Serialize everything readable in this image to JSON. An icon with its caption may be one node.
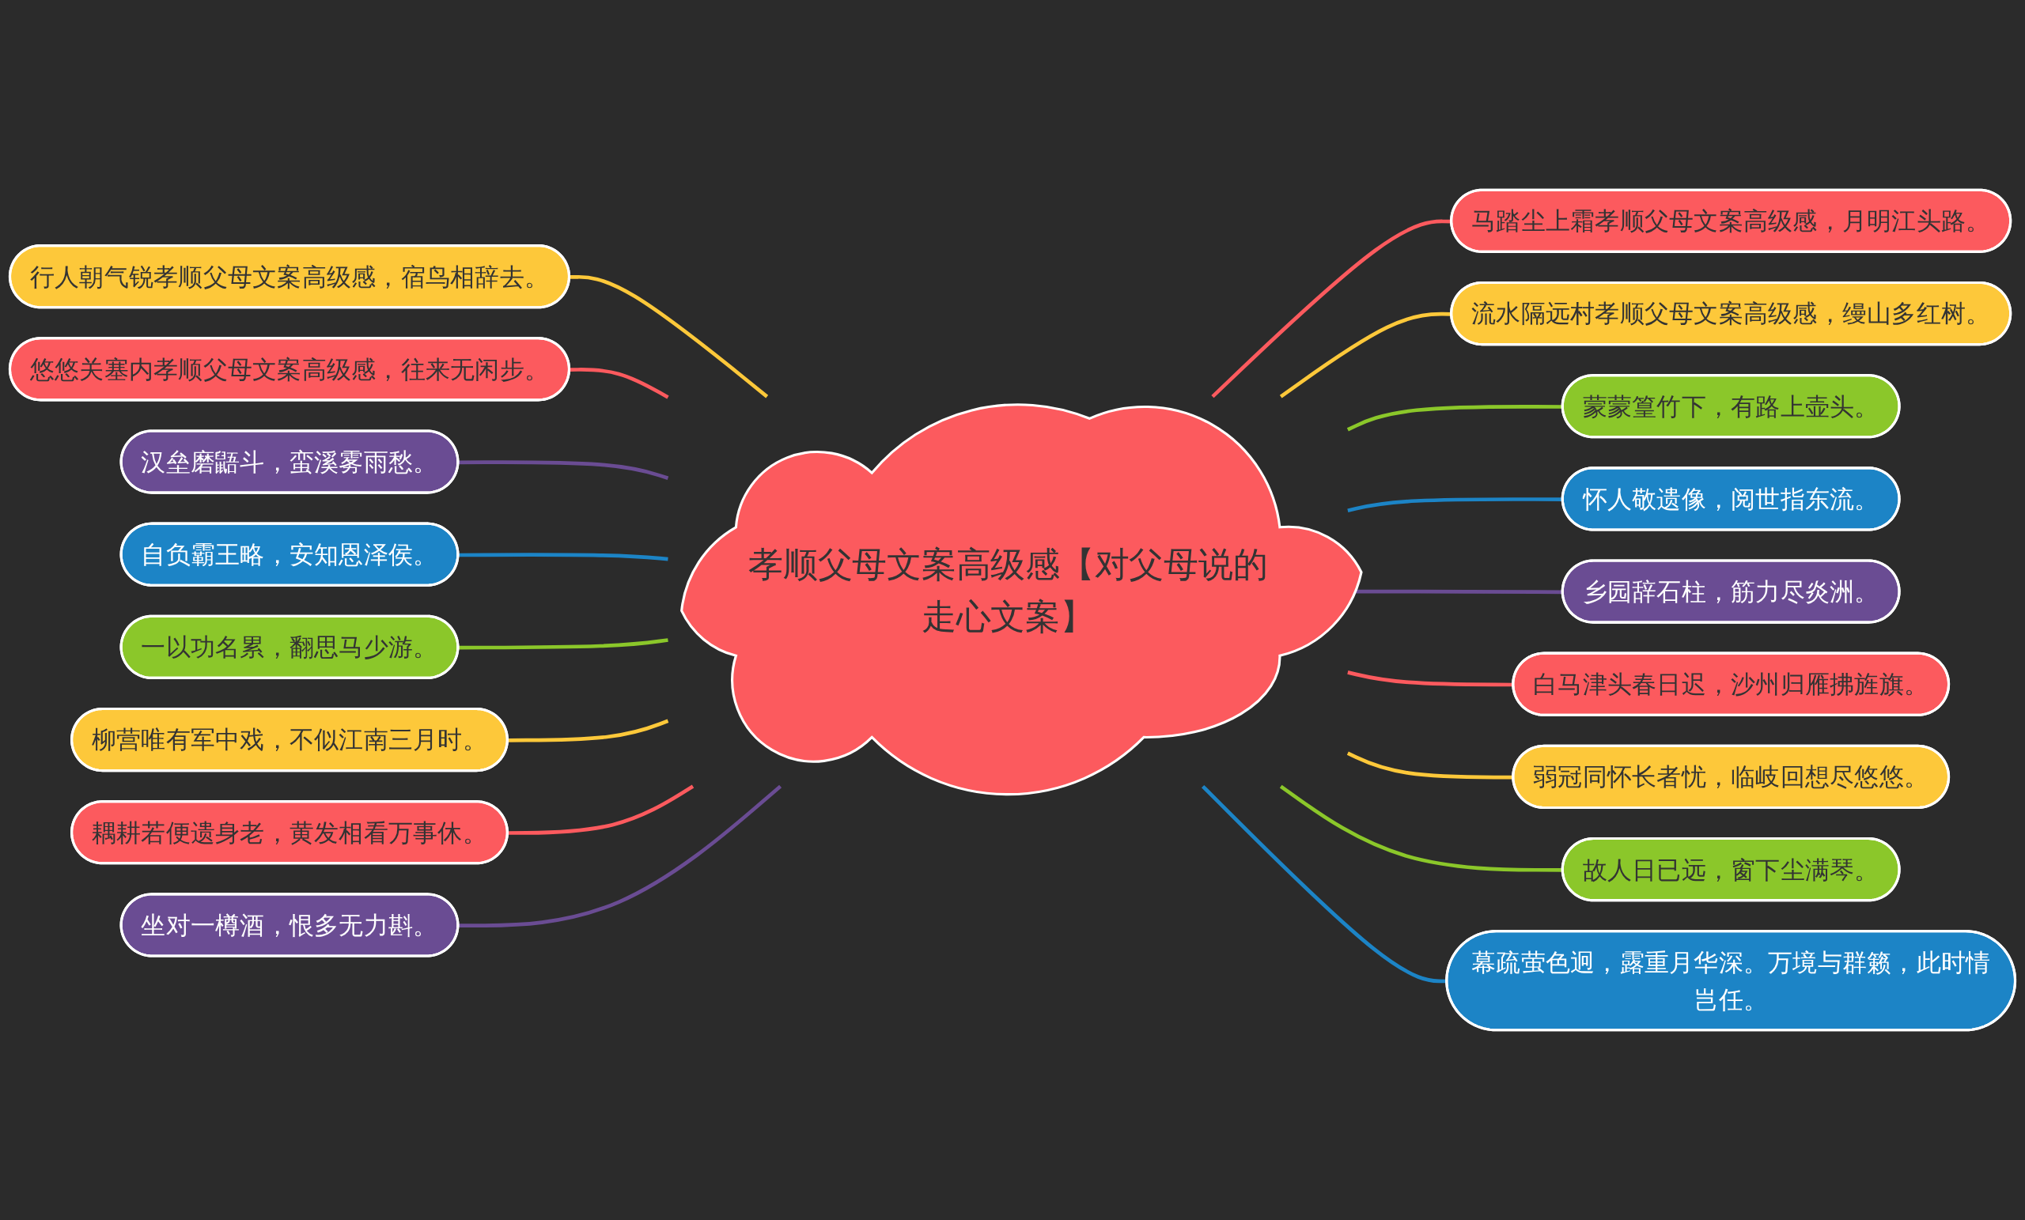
{
  "diagram": {
    "nodes": [
      {
        "text": [
          "孝顺父母文案高级感【对父母说的走心文案】"
        ]
      },
      {
        "text": [
          "行人朝气锐孝顺父母文案高级感，宿鸟相辞去。"
        ]
      },
      {
        "text": [
          "悠悠关塞内孝顺父母文案高级感，往来无闲步。"
        ]
      },
      {
        "text": [
          "汉垒磨鼯斗，蛮溪雾雨愁。"
        ]
      },
      {
        "text": [
          "自负霸王略，安知恩泽侯。"
        ]
      },
      {
        "text": [
          "一以功名累，翻思马少游。"
        ]
      },
      {
        "text": [
          "柳营唯有军中戏，不似江南三月时。"
        ]
      },
      {
        "text": [
          "耦耕若便遗身老，黄发相看万事休。"
        ]
      },
      {
        "text": [
          "坐对一樽酒，恨多无力斟。"
        ]
      },
      {
        "text": [
          "马踏尘上霜孝顺父母文案高级感，月明江头路。"
        ]
      },
      {
        "text": [
          "流水隔远村孝顺父母文案高级感，缦山多红树。"
        ]
      },
      {
        "text": [
          "蒙蒙篁竹下，有路上壶头。"
        ]
      },
      {
        "text": [
          "怀人敬遗像，阅世指东流。"
        ]
      },
      {
        "text": [
          "乡园辞石柱，筋力尽炎洲。"
        ]
      },
      {
        "text": [
          "白马津头春日迟，沙州归雁拂旌旗。"
        ]
      },
      {
        "text": [
          "弱冠同怀长者忧，临岐回想尽悠悠。"
        ]
      },
      {
        "text": [
          "故人日已远，窗下尘满琴。"
        ]
      },
      {
        "text": [
          "幕疏萤色迥，露重月华深。万境与群籁，此时情岂任。"
        ]
      }
    ],
    "edges": [
      {
        "from": 0,
        "to": 1,
        "arrow": "none",
        "color": "#fdc83a"
      },
      {
        "from": 0,
        "to": 2,
        "arrow": "none",
        "color": "#fc5a5e"
      },
      {
        "from": 0,
        "to": 3,
        "arrow": "none",
        "color": "#6a4c93"
      },
      {
        "from": 0,
        "to": 4,
        "arrow": "none",
        "color": "#1c84c6"
      },
      {
        "from": 0,
        "to": 5,
        "arrow": "none",
        "color": "#8bc72a"
      },
      {
        "from": 0,
        "to": 6,
        "arrow": "none",
        "color": "#fdc83a"
      },
      {
        "from": 0,
        "to": 7,
        "arrow": "none",
        "color": "#fc5a5e"
      },
      {
        "from": 0,
        "to": 8,
        "arrow": "none",
        "color": "#6a4c93"
      },
      {
        "from": 0,
        "to": 9,
        "arrow": "none",
        "color": "#fc5a5e"
      },
      {
        "from": 0,
        "to": 10,
        "arrow": "none",
        "color": "#fdc83a"
      },
      {
        "from": 0,
        "to": 11,
        "arrow": "none",
        "color": "#8bc72a"
      },
      {
        "from": 0,
        "to": 12,
        "arrow": "none",
        "color": "#1c84c6"
      },
      {
        "from": 0,
        "to": 13,
        "arrow": "none",
        "color": "#6a4c93"
      },
      {
        "from": 0,
        "to": 14,
        "arrow": "none",
        "color": "#fc5a5e"
      },
      {
        "from": 0,
        "to": 15,
        "arrow": "none",
        "color": "#fdc83a"
      },
      {
        "from": 0,
        "to": 16,
        "arrow": "none",
        "color": "#8bc72a"
      },
      {
        "from": 0,
        "to": 17,
        "arrow": "none",
        "color": "#1c84c6"
      }
    ]
  }
}
